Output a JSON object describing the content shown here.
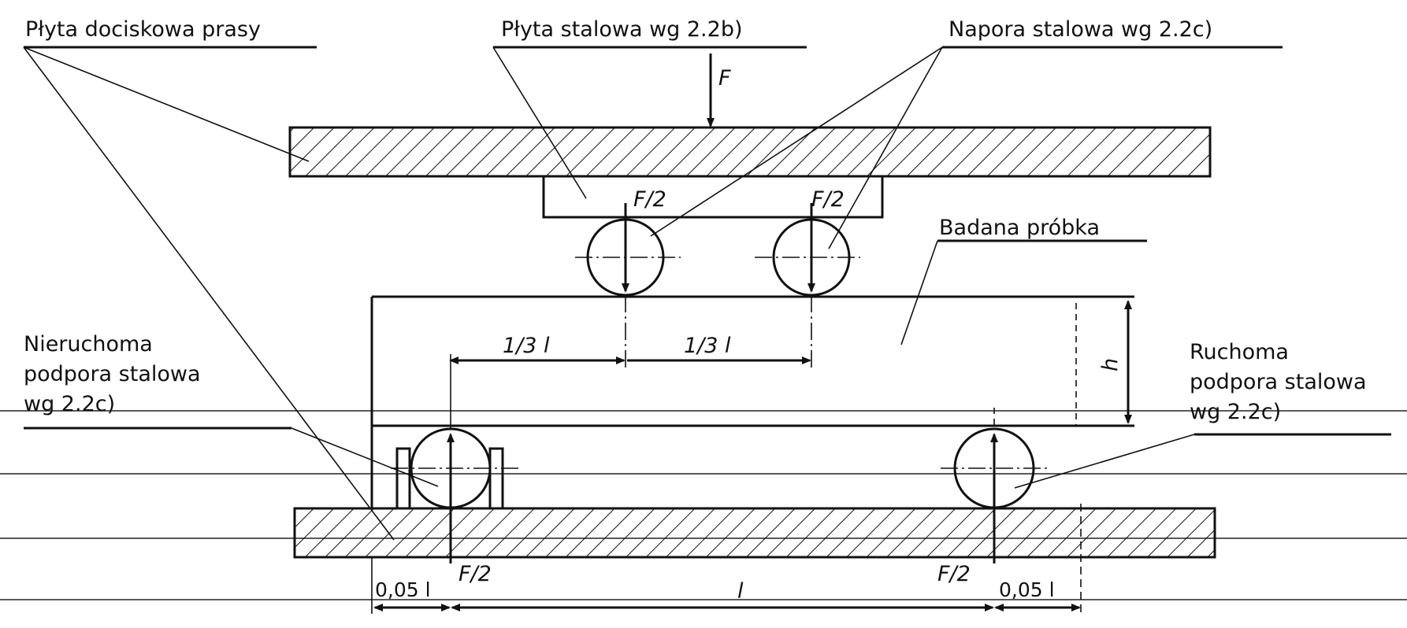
{
  "labels": {
    "press_plate": "Płyta dociskowa prasy",
    "steel_plate": "Płyta stalowa wg 2.2b)",
    "steel_roller": "Napora stalowa wg 2.2c)",
    "specimen": "Badana próbka",
    "fixed_support_line1": "Nieruchoma",
    "fixed_support_line2": "podpora stalowa",
    "fixed_support_line3": "wg 2.2c)",
    "movable_support_line1": "Ruchoma",
    "movable_support_line2": "podpora stalowa",
    "movable_support_line3": "wg 2.2c)"
  },
  "dimensions": {
    "force": "F",
    "half_force_left_top": "F/2",
    "half_force_right_top": "F/2",
    "half_force_left_bottom": "F/2",
    "half_force_right_bottom": "F/2",
    "third_span_left": "1/3 l",
    "third_span_right": "1/3 l",
    "height": "h",
    "span": "l",
    "overhang_left": "0,05 l",
    "overhang_right": "0,05 l"
  }
}
